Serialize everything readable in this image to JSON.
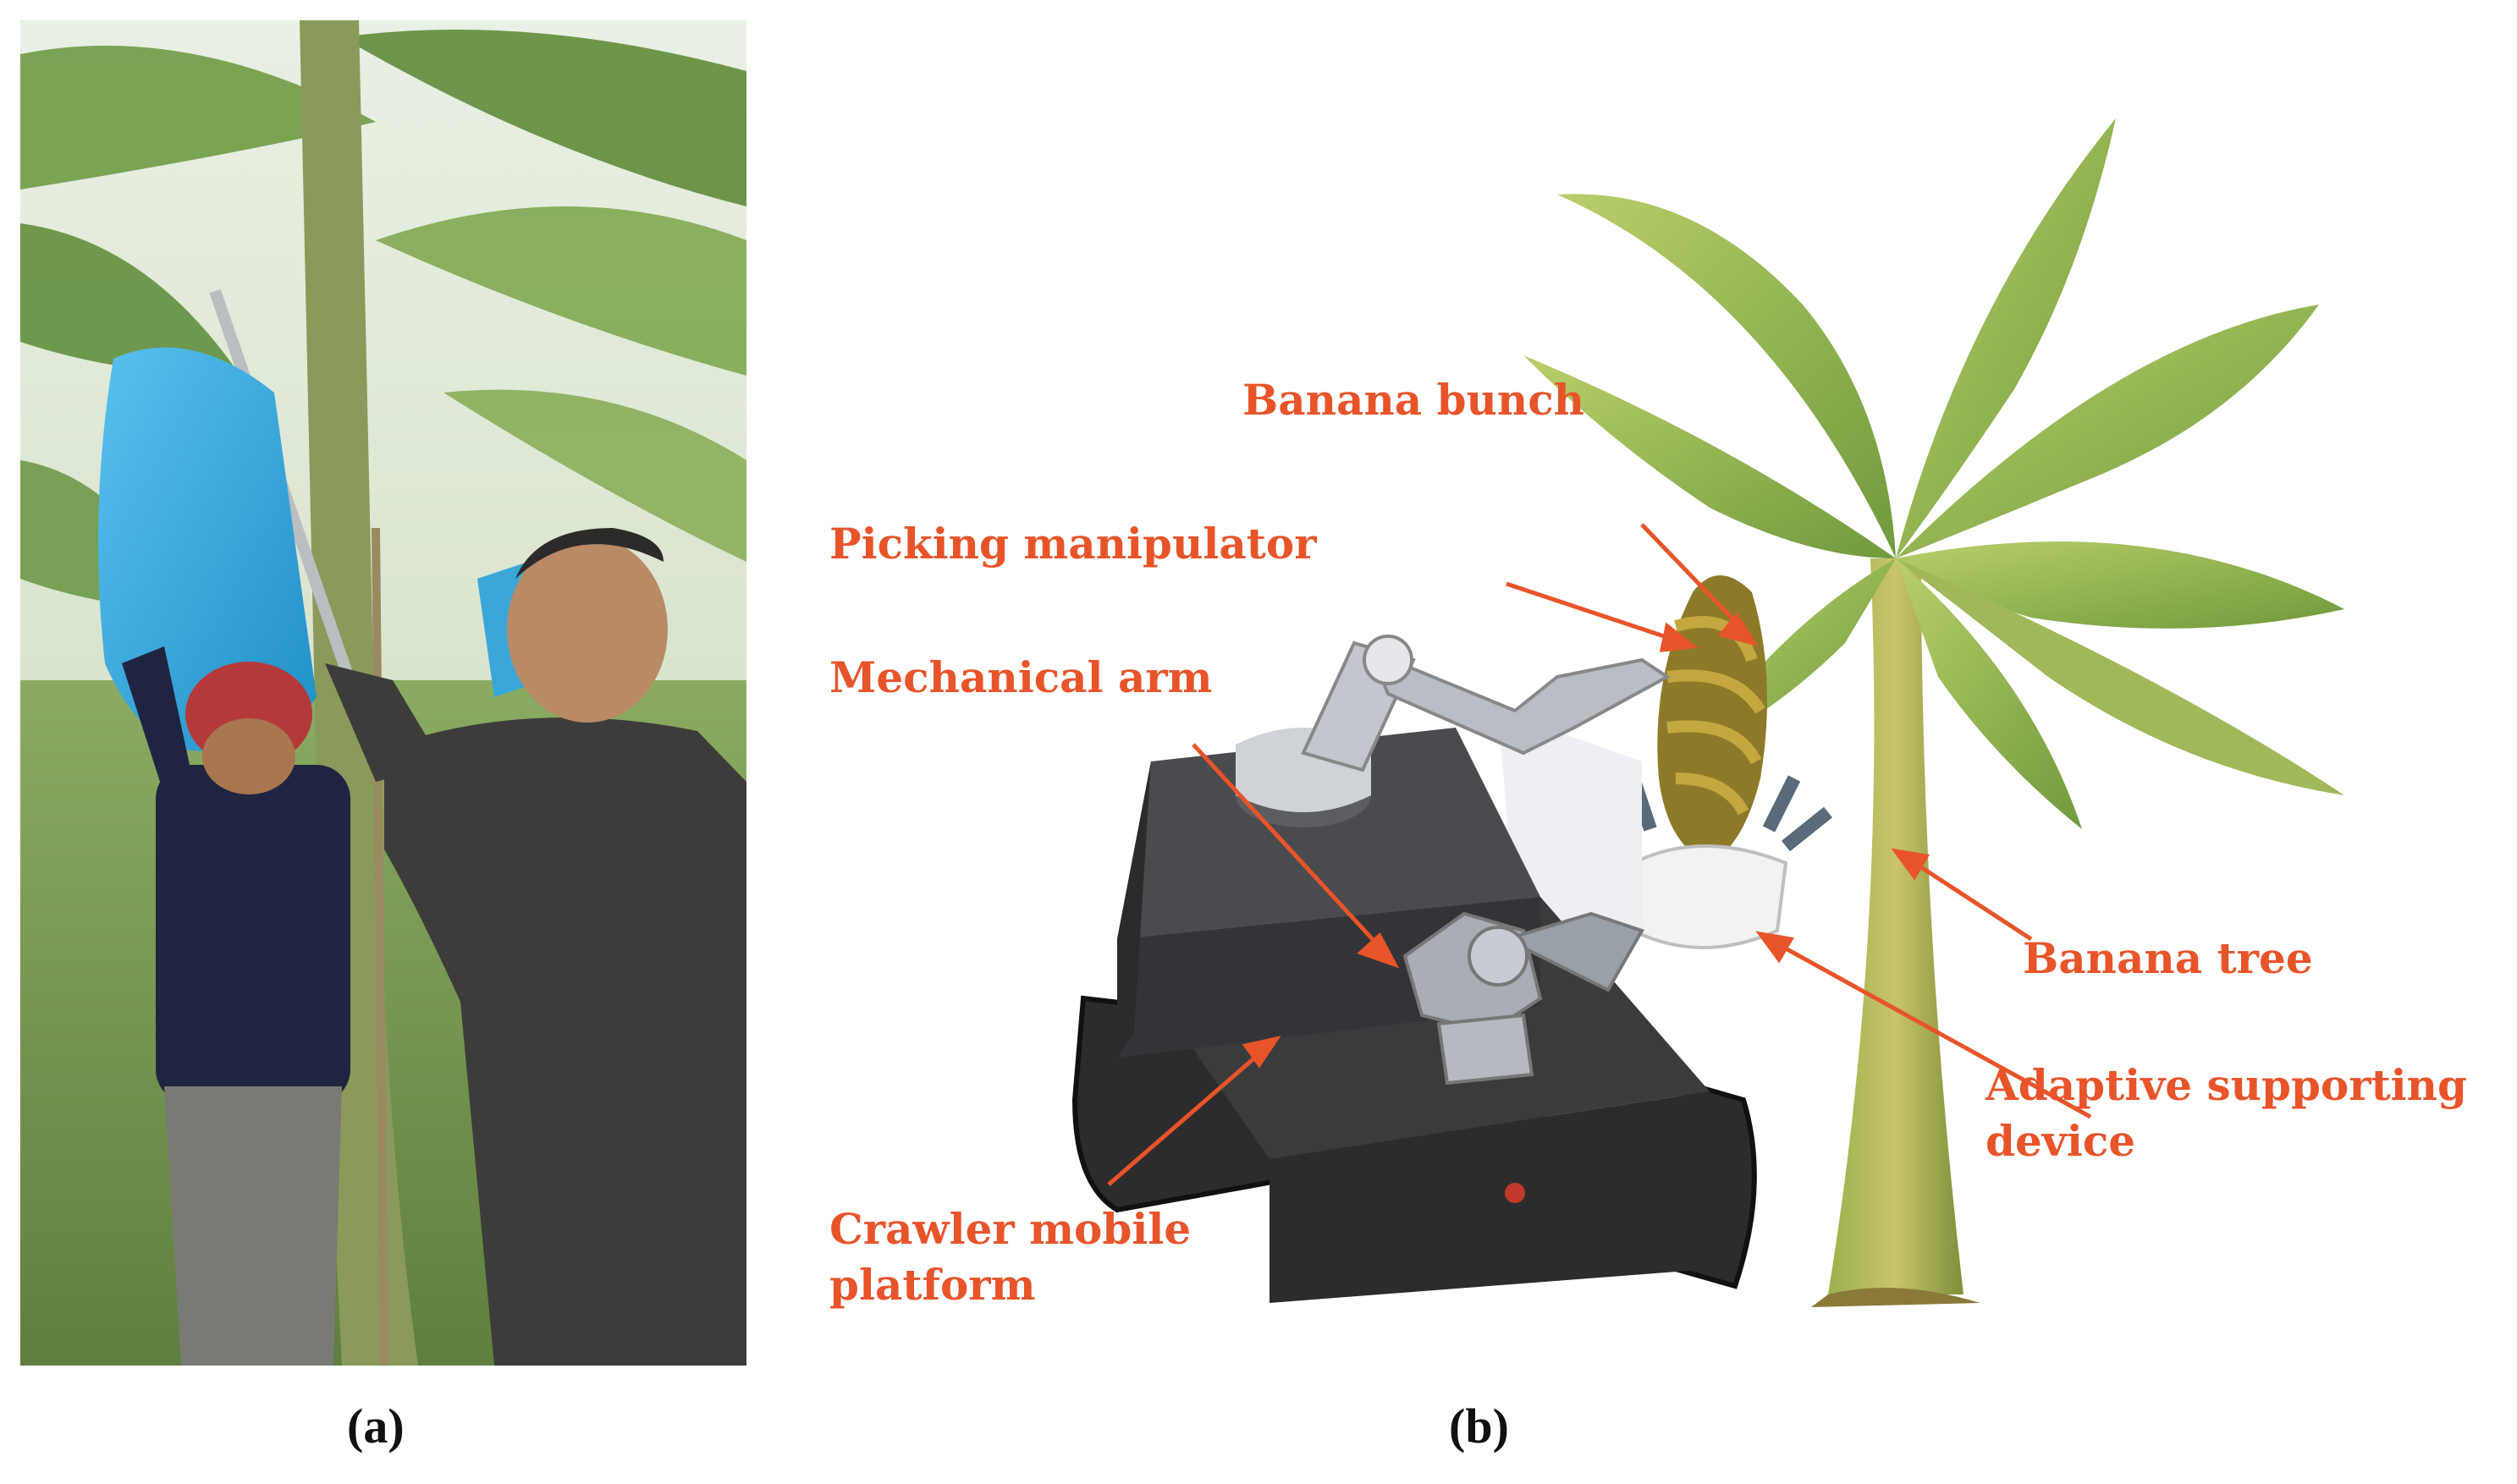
{
  "captions": {
    "a": "(a)",
    "b": "(b)"
  },
  "labels": {
    "banana_bunch": "Banana bunch",
    "picking_manipulator": "Picking manipulator",
    "mechanical_arm": "Mechanical arm",
    "banana_tree": "Banana tree",
    "adaptive_supporting_device": "Adaptive supporting device",
    "crawler_mobile_platform": "Crawler mobile platform"
  },
  "colors": {
    "label": "#e8542a",
    "bag": "#3aa7d8",
    "robot_body": "#3a3b3d"
  }
}
